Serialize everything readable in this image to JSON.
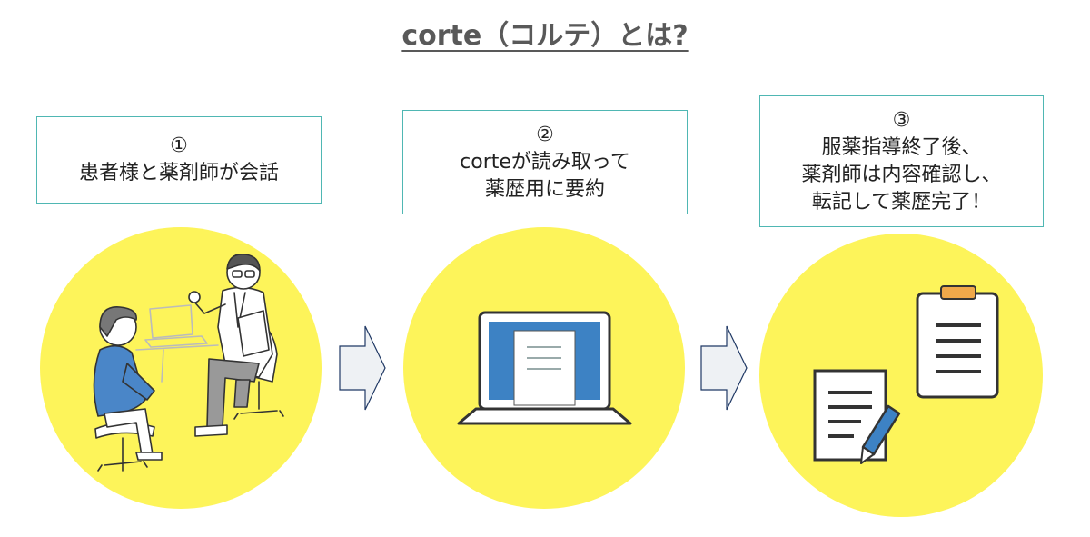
{
  "title": "corte（コルテ）とは?",
  "steps": [
    {
      "num": "①",
      "lines": [
        "患者様と薬剤師が会話"
      ]
    },
    {
      "num": "②",
      "lines": [
        "corteが読み取って",
        "薬歴用に要約"
      ]
    },
    {
      "num": "③",
      "lines": [
        "服薬指導終了後、",
        "薬剤師は内容確認し、",
        "転記して薬歴完了！"
      ]
    }
  ],
  "colors": {
    "circle": "#fdf45a",
    "box_border": "#4fb7b3",
    "arrow_fill": "#eef1f4",
    "arrow_stroke": "#1f3864"
  }
}
